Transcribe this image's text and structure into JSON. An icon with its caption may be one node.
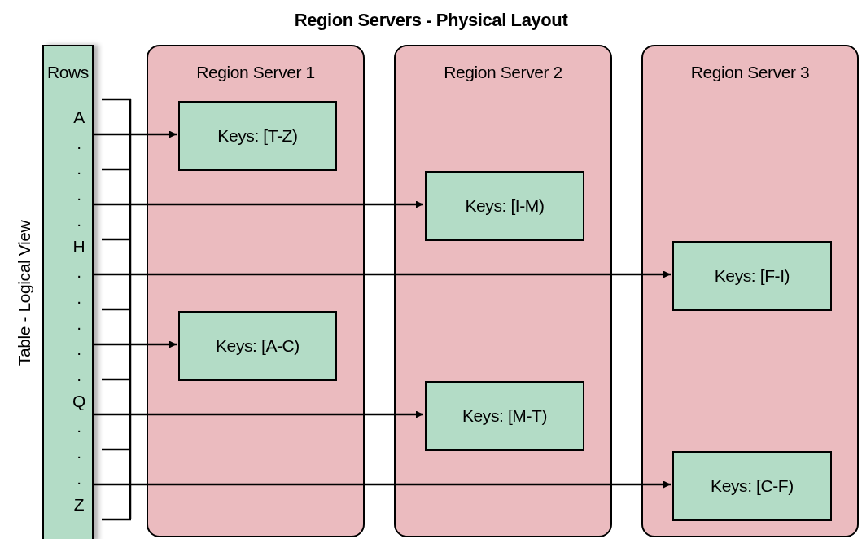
{
  "diagram": {
    "title": "Region Servers - Physical Layout",
    "nodes": [
      {
        "text": [
          "Rows"
        ],
        "beside": [
          "Table - Logical View"
        ]
      },
      {
        "text": [
          "Region Server 1"
        ]
      },
      {
        "text": [
          "Keys: [T-Z)"
        ],
        "in": 1
      },
      {
        "text": [
          "Keys: [A-C)"
        ],
        "in": 1
      },
      {
        "text": [
          "Region Server 2"
        ]
      },
      {
        "text": [
          "Keys: [I-M)"
        ],
        "in": 4
      },
      {
        "text": [
          "Keys: [M-T)"
        ],
        "in": 4
      },
      {
        "text": [
          "Region Server 3"
        ]
      },
      {
        "text": [
          "Keys: [F-I)"
        ],
        "in": 7
      },
      {
        "text": [
          "Keys: [C-F)"
        ],
        "in": 7
      }
    ],
    "edges": [
      {
        "from": 0,
        "to": 2,
        "arrow": "to"
      },
      {
        "from": 0,
        "to": 5,
        "arrow": "to"
      },
      {
        "from": 0,
        "to": 8,
        "arrow": "to"
      },
      {
        "from": 0,
        "to": 3,
        "arrow": "to"
      },
      {
        "from": 0,
        "to": 6,
        "arrow": "to"
      },
      {
        "from": 0,
        "to": 9,
        "arrow": "to"
      }
    ],
    "labels": [
      "A",
      ".",
      ".",
      ".",
      ".",
      "H",
      ".",
      ".",
      ".",
      ".",
      ".",
      "Q",
      ".",
      ".",
      ".",
      "Z"
    ]
  }
}
